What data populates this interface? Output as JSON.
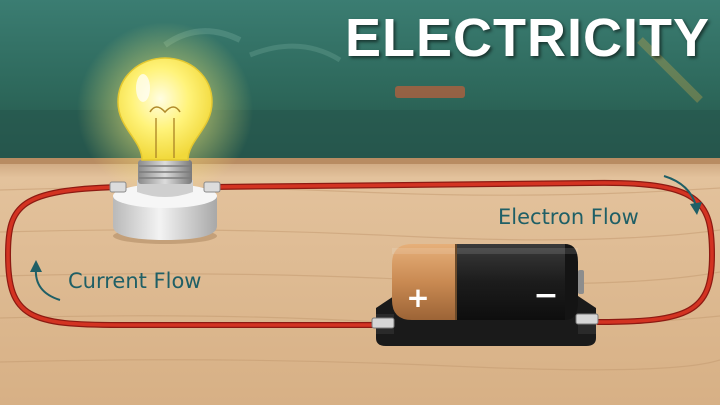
{
  "title": "ELECTRICITY",
  "labels": {
    "current_flow": "Current Flow",
    "electron_flow": "Electron Flow"
  },
  "battery": {
    "positive_symbol": "+",
    "negative_symbol": "−"
  },
  "icons": [
    "light-bulb-icon",
    "battery-icon",
    "wire-icon",
    "current-arrow-icon",
    "electron-arrow-icon"
  ],
  "colors": {
    "wall": "#2f6b60",
    "table": "#d8b489",
    "wire": "#c8281c",
    "label_text": "#1f5f66",
    "battery_copper": "#c98a52",
    "battery_black": "#1c1c1c",
    "bulb_glow": "#fff36b"
  }
}
